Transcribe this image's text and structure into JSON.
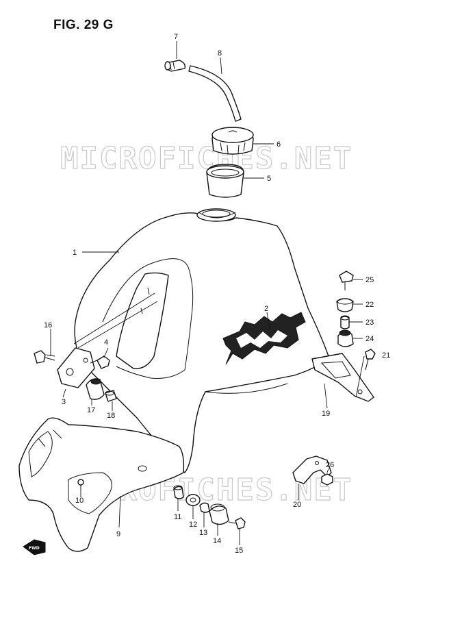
{
  "figure": {
    "title": "FIG. 29 G"
  },
  "watermark": {
    "text": "MICROFICHES.NET"
  },
  "fwd_badge": {
    "text": "FWD"
  },
  "callouts": {
    "c1": "1",
    "c2": "2",
    "c3": "3",
    "c4": "4",
    "c5": "5",
    "c6": "6",
    "c7": "7",
    "c8": "8",
    "c9": "9",
    "c10": "10",
    "c11": "11",
    "c12": "12",
    "c13": "13",
    "c14": "14",
    "c15": "15",
    "c16": "16",
    "c17": "17",
    "c18": "18",
    "c19": "19",
    "c20": "20",
    "c21": "21",
    "c22": "22",
    "c23": "23",
    "c24": "24",
    "c25": "25",
    "c26": "26"
  }
}
